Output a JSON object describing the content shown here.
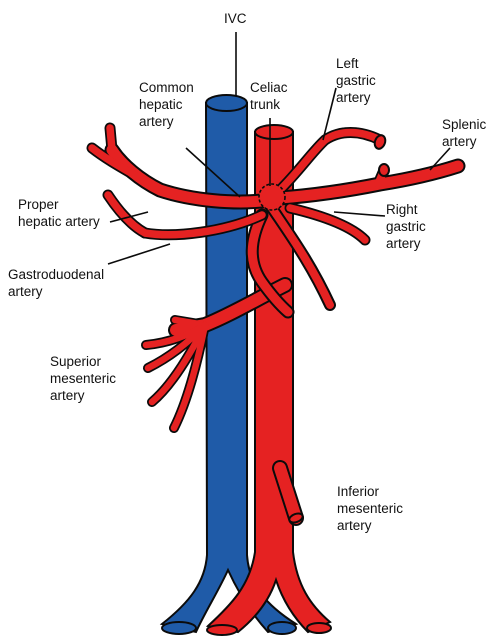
{
  "labels": {
    "ivc": "IVC",
    "common_hepatic": [
      "Common",
      "hepatic",
      "artery"
    ],
    "celiac": [
      "Celiac",
      "trunk"
    ],
    "left_gastric": [
      "Left",
      "gastric",
      "artery"
    ],
    "splenic": [
      "Splenic",
      "artery"
    ],
    "proper_hepatic": [
      "Proper",
      "hepatic artery"
    ],
    "right_gastric": [
      "Right",
      "gastric",
      "artery"
    ],
    "gastroduodenal": [
      "Gastroduodenal",
      "artery"
    ],
    "superior_mesenteric": [
      "Superior",
      "mesenteric",
      "artery"
    ],
    "inferior_mesenteric": [
      "Inferior",
      "mesenteric",
      "artery"
    ]
  },
  "colors": {
    "vein": "#1f5ba8",
    "artery": "#e52222",
    "outline": "#0b0b0b"
  }
}
